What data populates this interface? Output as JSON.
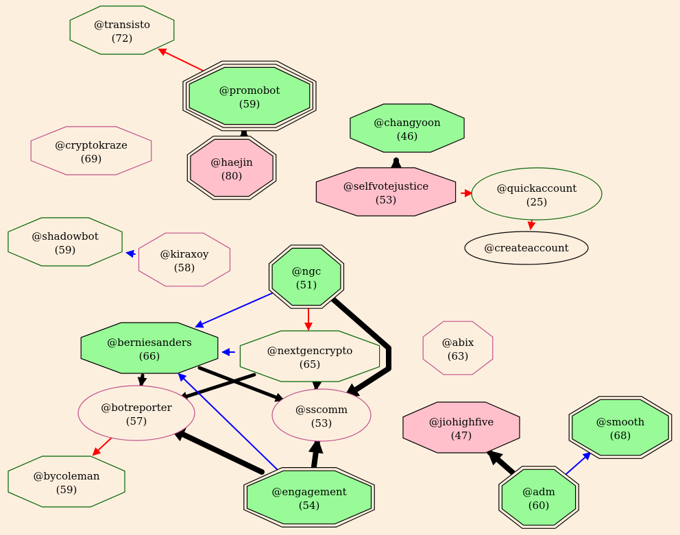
{
  "colors": {
    "background": "#fdefde",
    "green_fill": "#98fb98",
    "pink_fill": "#ffc0cb",
    "dark_green_stroke": "#006400",
    "magenta_stroke": "#c0508c",
    "red_edge": "#ff0000",
    "blue_edge": "#0000ff",
    "black_edge": "#000000"
  },
  "nodes": [
    {
      "id": "transisto",
      "name": "@transisto",
      "score": "(72)"
    },
    {
      "id": "promobot",
      "name": "@promobot",
      "score": "(59)"
    },
    {
      "id": "cryptokraze",
      "name": "@cryptokraze",
      "score": "(69)"
    },
    {
      "id": "haejin",
      "name": "@haejin",
      "score": "(80)"
    },
    {
      "id": "changyoon",
      "name": "@changyoon",
      "score": "(46)"
    },
    {
      "id": "selfvotejustice",
      "name": "@selfvotejustice",
      "score": "(53)"
    },
    {
      "id": "quickaccount",
      "name": "@quickaccount",
      "score": "(25)"
    },
    {
      "id": "createaccount",
      "name": "@createaccount",
      "score": ""
    },
    {
      "id": "shadowbot",
      "name": "@shadowbot",
      "score": "(59)"
    },
    {
      "id": "kiraxoy",
      "name": "@kiraxoy",
      "score": "(58)"
    },
    {
      "id": "ngc",
      "name": "@ngc",
      "score": "(51)"
    },
    {
      "id": "berniesanders",
      "name": "@berniesanders",
      "score": "(66)"
    },
    {
      "id": "nextgencrypto",
      "name": "@nextgencrypto",
      "score": "(65)"
    },
    {
      "id": "abix",
      "name": "@abix",
      "score": "(63)"
    },
    {
      "id": "botreporter",
      "name": "@botreporter",
      "score": "(57)"
    },
    {
      "id": "sscomm",
      "name": "@sscomm",
      "score": "(53)"
    },
    {
      "id": "jiohighfive",
      "name": "@jiohighfive",
      "score": "(47)"
    },
    {
      "id": "smooth",
      "name": "@smooth",
      "score": "(68)"
    },
    {
      "id": "bycoleman",
      "name": "@bycoleman",
      "score": "(59)"
    },
    {
      "id": "engagement",
      "name": "@engagement",
      "score": "(54)"
    },
    {
      "id": "adm",
      "name": "@adm",
      "score": "(60)"
    }
  ],
  "edges": [
    {
      "from": "promobot",
      "to": "transisto",
      "color": "red",
      "weight": "thin"
    },
    {
      "from": "haejin",
      "to": "promobot",
      "color": "black",
      "weight": "heavy"
    },
    {
      "from": "selfvotejustice",
      "to": "changyoon",
      "color": "black",
      "weight": "heavy"
    },
    {
      "from": "selfvotejustice",
      "to": "quickaccount",
      "color": "red",
      "weight": "thin"
    },
    {
      "from": "quickaccount",
      "to": "createaccount",
      "color": "red",
      "weight": "thin"
    },
    {
      "from": "kiraxoy",
      "to": "shadowbot",
      "color": "blue",
      "weight": "thin"
    },
    {
      "from": "ngc",
      "to": "berniesanders",
      "color": "blue",
      "weight": "thin"
    },
    {
      "from": "ngc",
      "to": "nextgencrypto",
      "color": "red",
      "weight": "thin"
    },
    {
      "from": "ngc",
      "to": "sscomm",
      "color": "black",
      "weight": "heavy"
    },
    {
      "from": "nextgencrypto",
      "to": "berniesanders",
      "color": "blue",
      "weight": "thin"
    },
    {
      "from": "nextgencrypto",
      "to": "botreporter",
      "color": "black",
      "weight": "medium"
    },
    {
      "from": "nextgencrypto",
      "to": "sscomm",
      "color": "black",
      "weight": "medium"
    },
    {
      "from": "berniesanders",
      "to": "botreporter",
      "color": "black",
      "weight": "medium"
    },
    {
      "from": "berniesanders",
      "to": "sscomm",
      "color": "black",
      "weight": "medium"
    },
    {
      "from": "botreporter",
      "to": "bycoleman",
      "color": "red",
      "weight": "thin"
    },
    {
      "from": "engagement",
      "to": "botreporter",
      "color": "black",
      "weight": "heavy"
    },
    {
      "from": "engagement",
      "to": "berniesanders",
      "color": "blue",
      "weight": "thin"
    },
    {
      "from": "engagement",
      "to": "sscomm",
      "color": "black",
      "weight": "heavy"
    },
    {
      "from": "adm",
      "to": "jiohighfive",
      "color": "black",
      "weight": "heavy"
    },
    {
      "from": "adm",
      "to": "smooth",
      "color": "blue",
      "weight": "thin"
    }
  ]
}
